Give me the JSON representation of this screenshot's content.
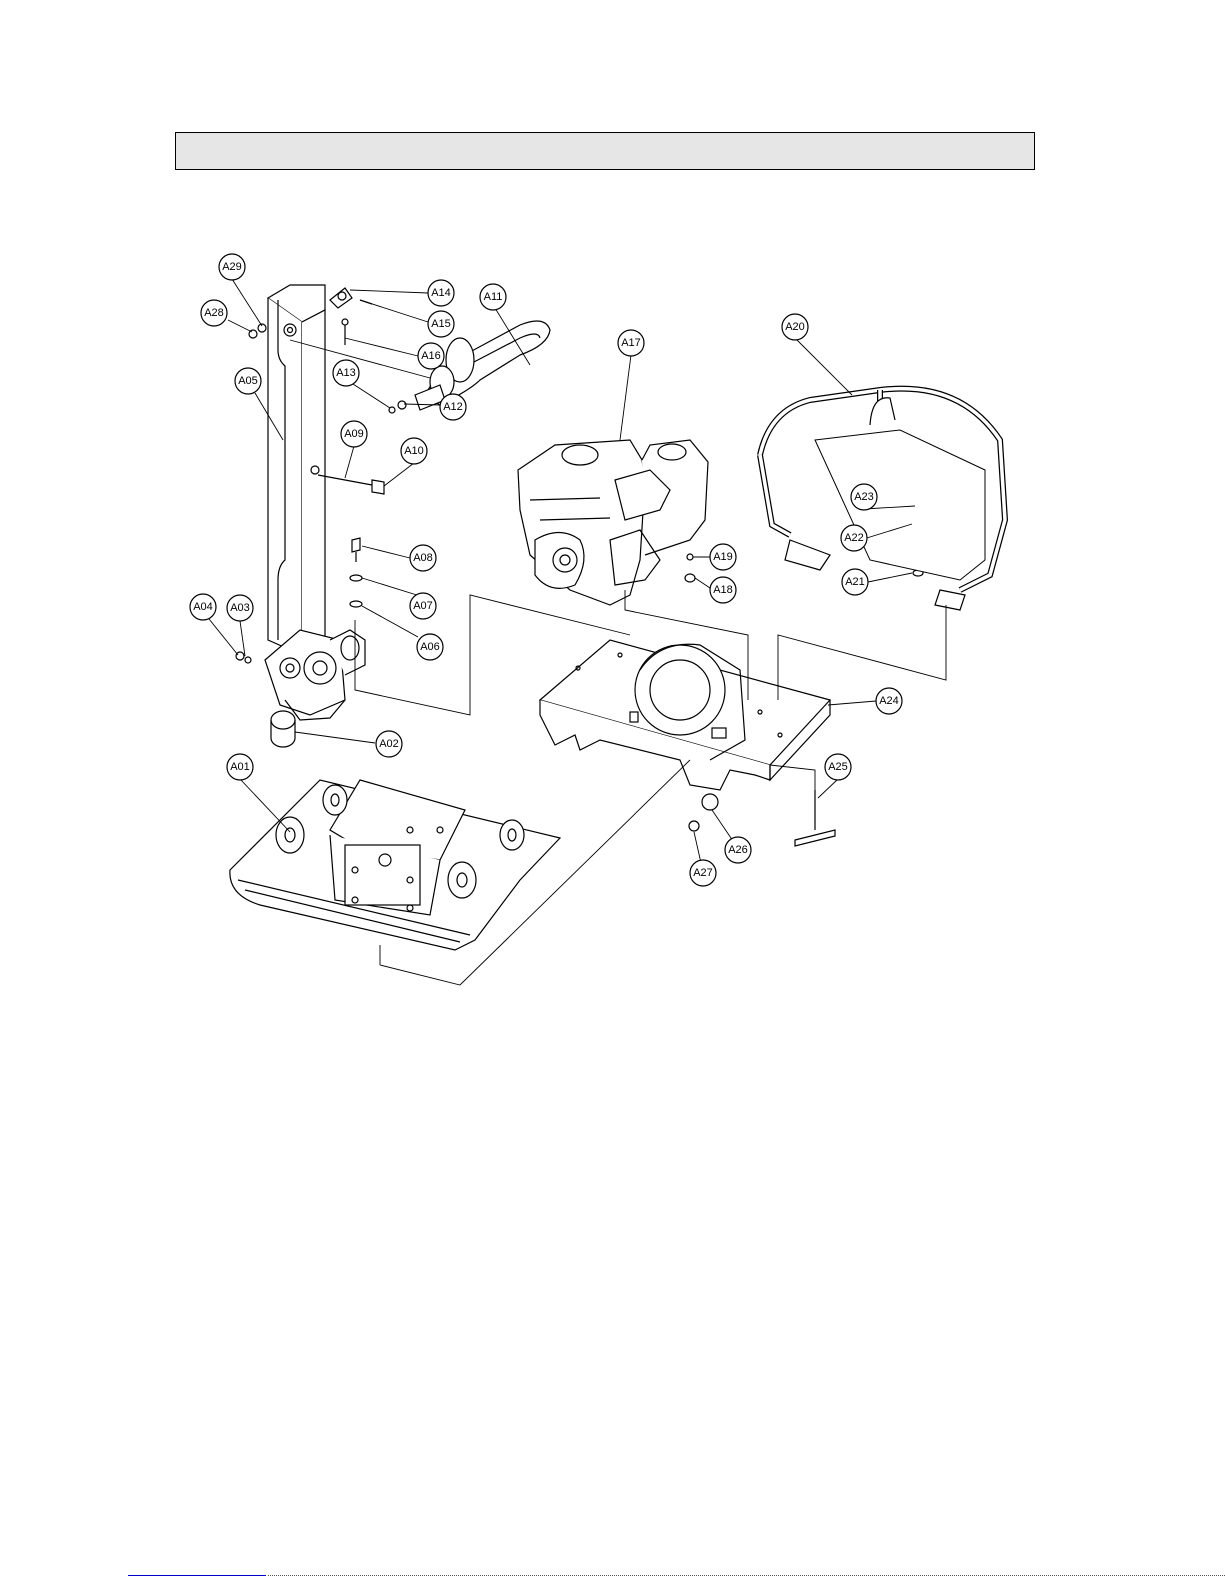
{
  "header": {
    "title": ""
  },
  "diagram": {
    "type": "exploded-parts-view",
    "callouts": [
      {
        "id": "A01",
        "label": "A01"
      },
      {
        "id": "A02",
        "label": "A02"
      },
      {
        "id": "A03",
        "label": "A03"
      },
      {
        "id": "A04",
        "label": "A04"
      },
      {
        "id": "A05",
        "label": "A05"
      },
      {
        "id": "A06",
        "label": "A06"
      },
      {
        "id": "A07",
        "label": "A07"
      },
      {
        "id": "A08",
        "label": "A08"
      },
      {
        "id": "A09",
        "label": "A09"
      },
      {
        "id": "A10",
        "label": "A10"
      },
      {
        "id": "A11",
        "label": "A11"
      },
      {
        "id": "A12",
        "label": "A12"
      },
      {
        "id": "A13",
        "label": "A13"
      },
      {
        "id": "A14",
        "label": "A14"
      },
      {
        "id": "A15",
        "label": "A15"
      },
      {
        "id": "A16",
        "label": "A16"
      },
      {
        "id": "A17",
        "label": "A17"
      },
      {
        "id": "A18",
        "label": "A18"
      },
      {
        "id": "A19",
        "label": "A19"
      },
      {
        "id": "A20",
        "label": "A20"
      },
      {
        "id": "A21",
        "label": "A21"
      },
      {
        "id": "A22",
        "label": "A22"
      },
      {
        "id": "A23",
        "label": "A23"
      },
      {
        "id": "A24",
        "label": "A24"
      },
      {
        "id": "A25",
        "label": "A25"
      },
      {
        "id": "A26",
        "label": "A26"
      },
      {
        "id": "A27",
        "label": "A27"
      },
      {
        "id": "A28",
        "label": "A28"
      },
      {
        "id": "A29",
        "label": "A29"
      }
    ]
  }
}
